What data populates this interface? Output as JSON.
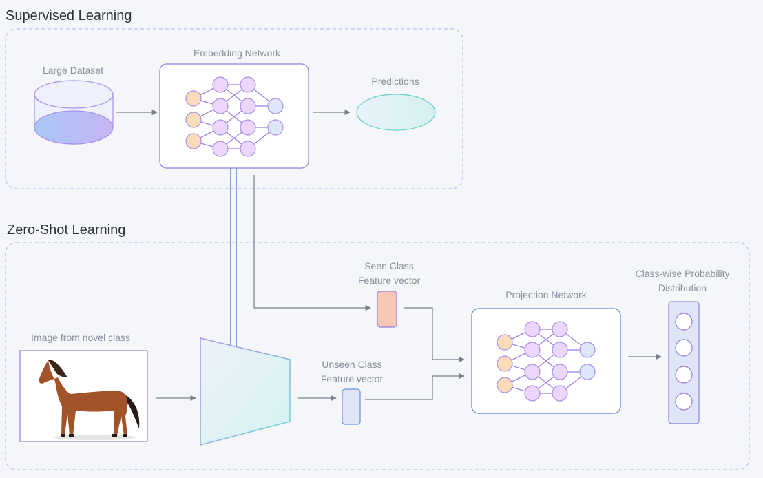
{
  "sections": {
    "supervised": {
      "title": "Supervised Learning",
      "dataset_label": "Large Dataset",
      "embedding_label": "Embedding Network",
      "predictions_label": "Predictions"
    },
    "zero_shot": {
      "title": "Zero-Shot Learning",
      "image_label": "Image from novel class",
      "seen_label_line1": "Seen Class",
      "seen_label_line2": "Feature vector",
      "unseen_label_line1": "Unseen Class",
      "unseen_label_line2": "Feature vector",
      "projection_label": "Projection Network",
      "output_label_line1": "Class-wise Probability",
      "output_label_line2": "Distribution"
    }
  },
  "icons": {
    "dataset": "database-cylinder-icon",
    "network": "neural-network-icon",
    "image": "horse-image"
  },
  "colors": {
    "frame_border": "#c9c6ef",
    "network_border": "#8f7fe0",
    "input_node": "#fcdcb8",
    "hidden_node": "#ecd6fb",
    "output_node": "#dde6f7",
    "seen_vector": "#f8c7b6",
    "unseen_vector": "#dfe5f7",
    "arrow": "#7a7f8c"
  }
}
